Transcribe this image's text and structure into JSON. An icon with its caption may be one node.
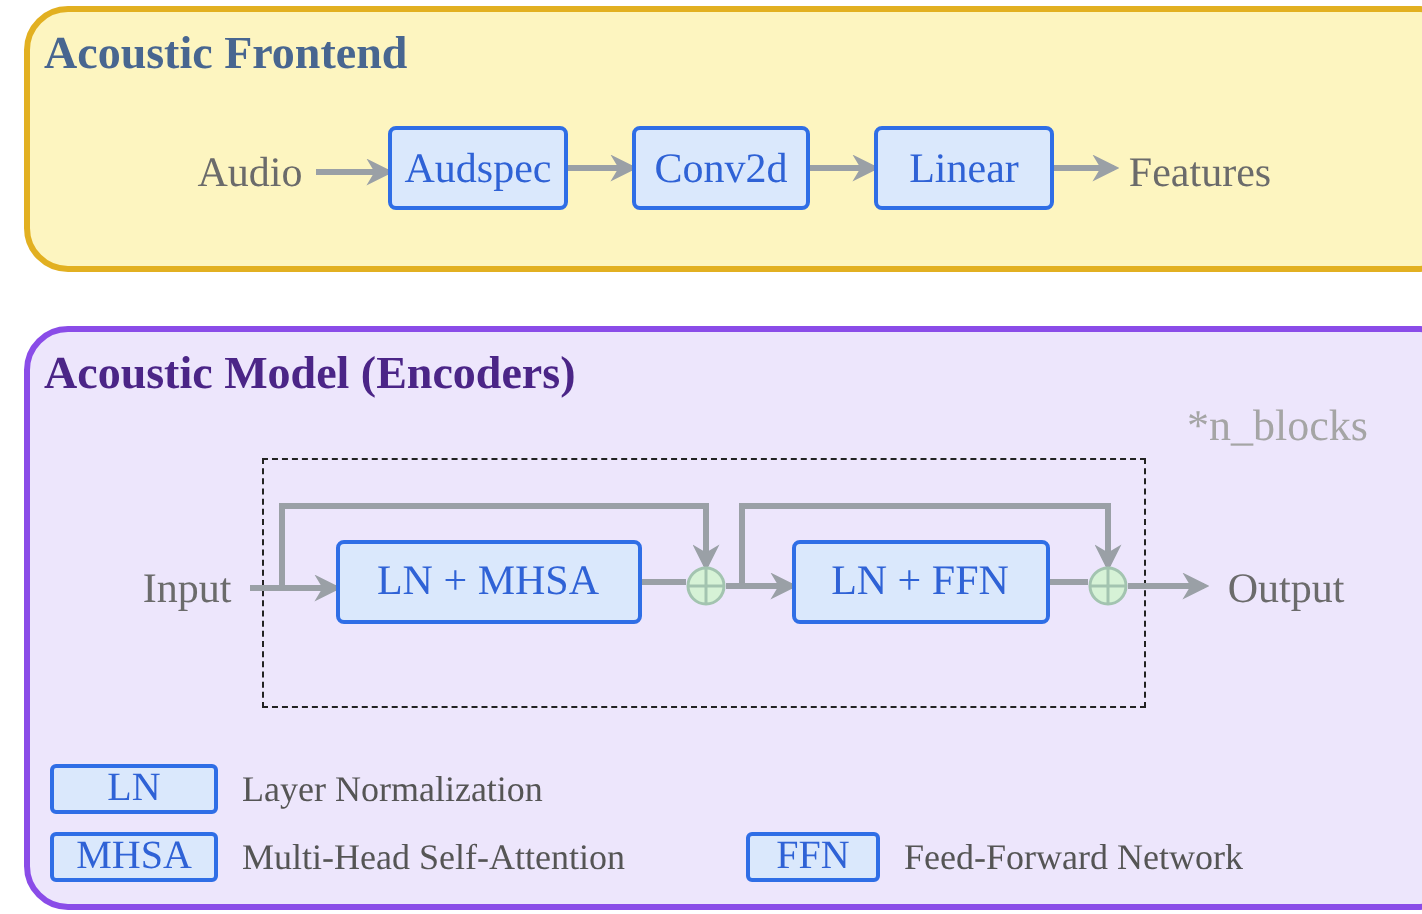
{
  "diagram": {
    "nodes": [
      {
        "text": [
          "Acoustic Frontend"
        ]
      },
      {
        "text": [
          "Audio"
        ],
        "in": 0
      },
      {
        "text": [
          "Audspec"
        ],
        "in": 0
      },
      {
        "text": [
          "Conv2d"
        ],
        "in": 0
      },
      {
        "text": [
          "Linear"
        ],
        "in": 0
      },
      {
        "text": [
          "Features"
        ],
        "in": 0
      },
      {
        "text": [
          "Acoustic Model (Encoders)"
        ]
      },
      {
        "text": [
          "*n_blocks"
        ],
        "in": 6
      },
      {
        "text": [
          "Input"
        ],
        "in": 6
      },
      {
        "text": [
          "LN + MHSA"
        ],
        "in": 7
      },
      {
        "text": [],
        "shape": "circle",
        "in": 7
      },
      {
        "text": [
          "LN + FFN"
        ],
        "in": 7
      },
      {
        "text": [],
        "shape": "circle",
        "in": 7
      },
      {
        "text": [
          "Output"
        ],
        "in": 6
      },
      {
        "text": [
          "LN"
        ],
        "beside": [
          "Layer Normalization"
        ],
        "in": 6
      },
      {
        "text": [
          "MHSA"
        ],
        "beside": [
          "Multi-Head Self-Attention"
        ],
        "in": 6
      },
      {
        "text": [
          "FFN"
        ],
        "beside": [
          "Feed-Forward Network"
        ],
        "in": 6
      }
    ],
    "edges": [
      {
        "from": 1,
        "to": 2,
        "arrow": "to"
      },
      {
        "from": 2,
        "to": 3,
        "arrow": "to"
      },
      {
        "from": 3,
        "to": 4,
        "arrow": "to"
      },
      {
        "from": 4,
        "to": 5,
        "arrow": "to"
      },
      {
        "from": 8,
        "to": 9,
        "arrow": "to"
      },
      {
        "from": 8,
        "to": 10,
        "arrow": "to"
      },
      {
        "from": 9,
        "to": 10,
        "arrow": "none"
      },
      {
        "from": 10,
        "to": 11,
        "arrow": "to"
      },
      {
        "from": 10,
        "to": 12,
        "arrow": "to"
      },
      {
        "from": 11,
        "to": 12,
        "arrow": "none"
      },
      {
        "from": 12,
        "to": 13,
        "arrow": "to"
      }
    ]
  }
}
